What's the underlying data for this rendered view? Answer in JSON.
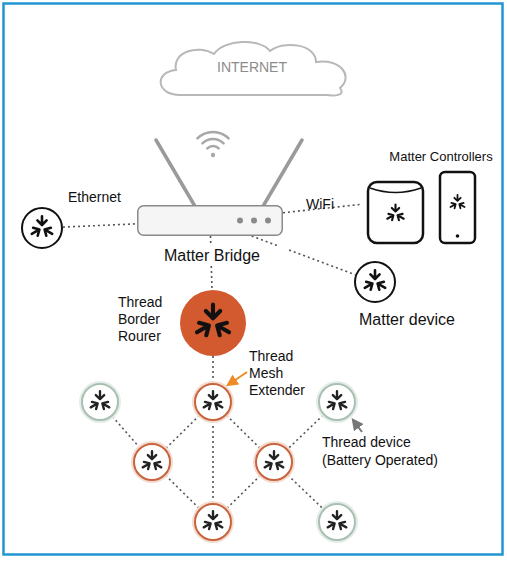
{
  "diagram": {
    "nodes": [
      {
        "text": [
          "INTERNET"
        ]
      },
      {
        "text": [
          "Matter Controllers"
        ]
      },
      {
        "text": []
      },
      {
        "text": [
          "Matter Bridge"
        ]
      },
      {
        "text": [
          "Matter device"
        ]
      },
      {
        "text": [
          "Thread Border Rourer"
        ]
      },
      {
        "text": []
      },
      {
        "text": [
          "Thread Mesh Extender"
        ]
      },
      {
        "text": [
          "Thread device (Battery Operated)"
        ]
      },
      {
        "text": []
      },
      {
        "text": []
      },
      {
        "text": []
      },
      {
        "text": []
      }
    ],
    "edges": [
      {
        "from": 2,
        "to": 3,
        "arrow": "none",
        "label": "Ethernet"
      },
      {
        "from": 3,
        "to": 1,
        "arrow": "none",
        "label": "WiFi"
      },
      {
        "from": 3,
        "to": 4,
        "arrow": "none"
      },
      {
        "from": 3,
        "to": 5,
        "arrow": "none"
      },
      {
        "from": 5,
        "to": 7,
        "arrow": "none"
      },
      {
        "from": 7,
        "to": 9,
        "arrow": "none"
      },
      {
        "from": 7,
        "to": 10,
        "arrow": "none"
      },
      {
        "from": 7,
        "to": 11,
        "arrow": "none"
      },
      {
        "from": 6,
        "to": 9,
        "arrow": "none"
      },
      {
        "from": 8,
        "to": 10,
        "arrow": "none"
      },
      {
        "from": 9,
        "to": 11,
        "arrow": "none"
      },
      {
        "from": 10,
        "to": 11,
        "arrow": "none"
      },
      {
        "from": 10,
        "to": 12,
        "arrow": "none"
      }
    ]
  }
}
